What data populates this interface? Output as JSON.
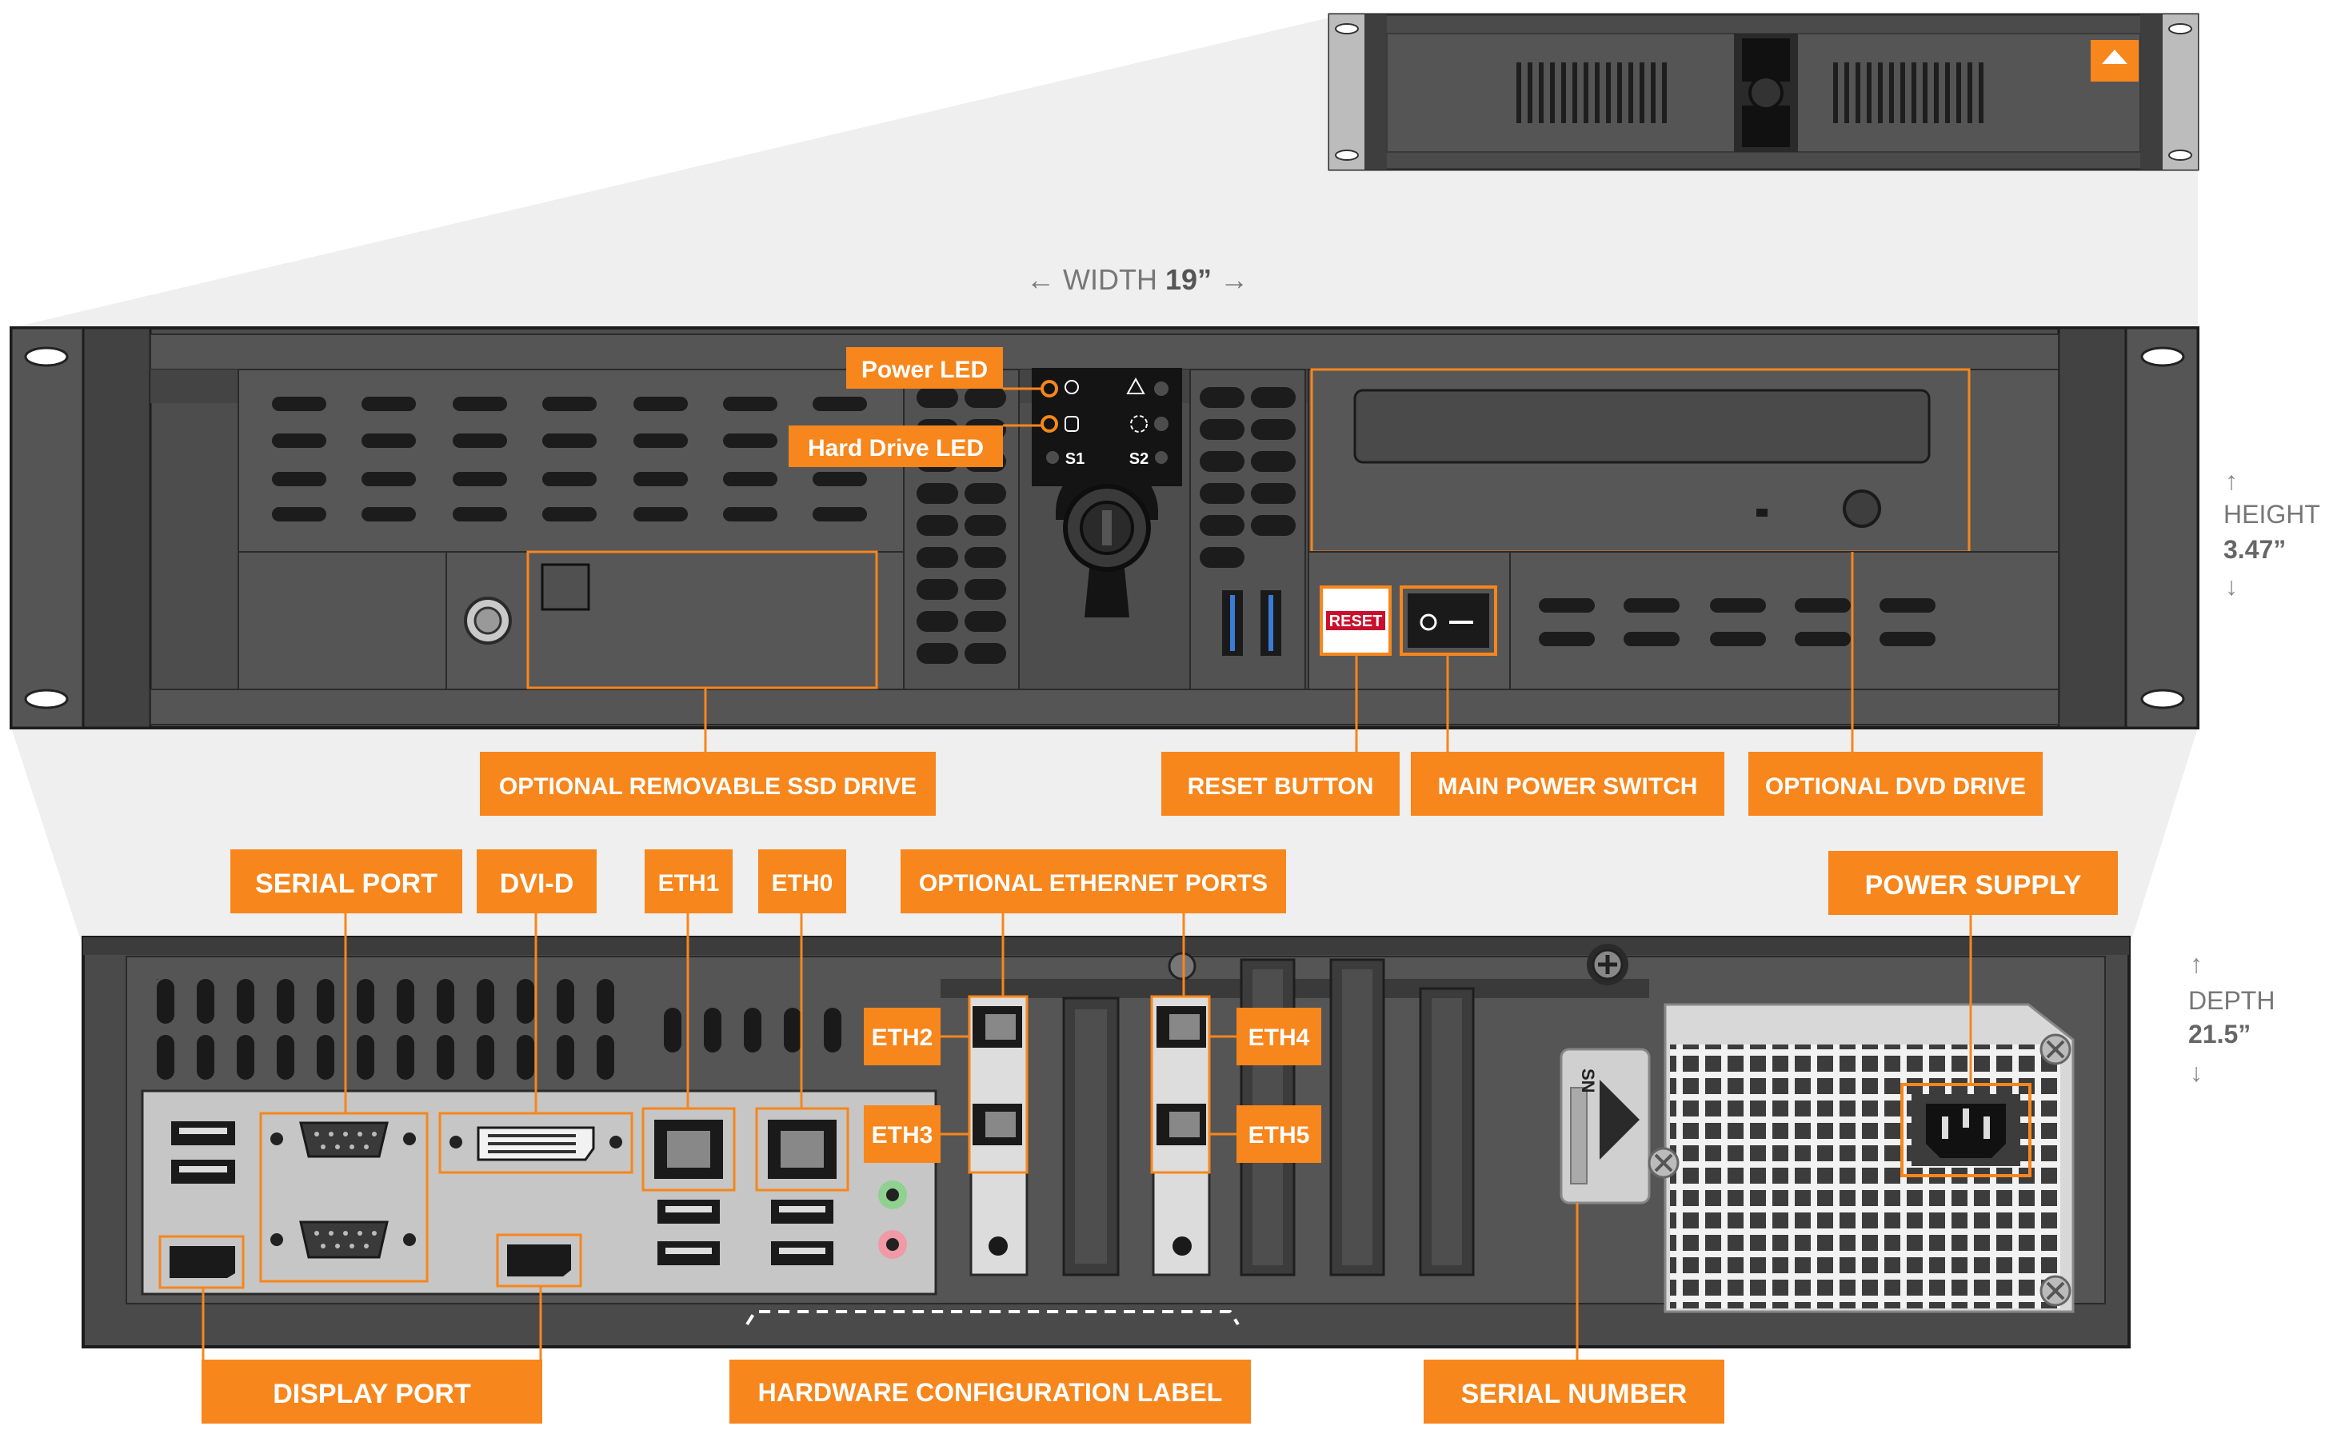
{
  "dimensions": {
    "width_label": "WIDTH",
    "width_value": "19”",
    "height_label": "HEIGHT",
    "height_value": "3.47”",
    "depth_label": "DEPTH",
    "depth_value": "21.5”",
    "arrow_left": "←",
    "arrow_right": "→",
    "arrow_up": "↑",
    "arrow_down": "↓"
  },
  "front_panel": {
    "reset_label": "RESET",
    "s1": "S1",
    "s2": "S2",
    "switch_off": "O",
    "switch_on": "—"
  },
  "rear_panel": {
    "sn_label": "SN"
  },
  "callouts": {
    "power_led": "Power LED",
    "hard_drive_led": "Hard Drive LED",
    "optional_ssd": "OPTIONAL REMOVABLE SSD DRIVE",
    "reset_button": "RESET BUTTON",
    "main_power_switch": "MAIN POWER SWITCH",
    "optional_dvd": "OPTIONAL DVD DRIVE",
    "serial_port": "SERIAL PORT",
    "dvi_d": "DVI-D",
    "eth1": "ETH1",
    "eth0": "ETH0",
    "optional_ethernet": "OPTIONAL ETHERNET PORTS",
    "power_supply": "POWER SUPPLY",
    "eth2": "ETH2",
    "eth3": "ETH3",
    "eth4": "ETH4",
    "eth5": "ETH5",
    "display_port": "DISPLAY PORT",
    "hardware_config_label": "HARDWARE CONFIGURATION LABEL",
    "serial_number": "SERIAL NUMBER"
  },
  "colors": {
    "accent": "#f7861c",
    "chassis_dark": "#4a4a4a",
    "chassis_mid": "#5a5a5a",
    "projection": "#efefef",
    "usb3_blue": "#3a7bd5",
    "reset_red": "#c8102e",
    "audio_green": "#8fd18f",
    "audio_pink": "#ef9aa6"
  },
  "icons": [
    "power-led-bulb-icon",
    "hard-drive-icon",
    "recycle-icon",
    "fan-icon",
    "key-lock-icon",
    "brand-logo-icon",
    "screw-icon"
  ]
}
